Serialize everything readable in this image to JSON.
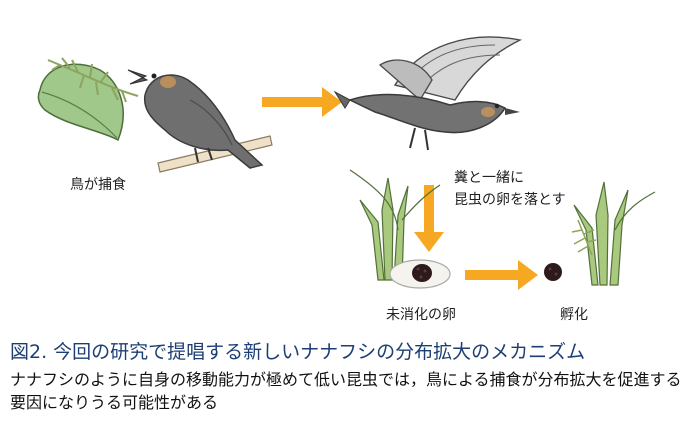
{
  "labels": {
    "predation": "鳥が捕食",
    "drop_line1": "糞と一緒に",
    "drop_line2": "昆虫の卵を落とす",
    "undigested": "未消化の卵",
    "hatch": "孵化"
  },
  "caption": {
    "title": "図2. 今回の研究で提唱する新しいナナフシの分布拡大のメカニズム",
    "body": "ナナフシのように自身の移動能力が極めて低い昆虫では，鳥による捕食が分布拡大を促進する要因になりうる可能性がある"
  },
  "colors": {
    "arrow": "#f7a823",
    "bird": "#6e6e6e",
    "cheek": "#c7945a",
    "leaf": "#8fb878",
    "grass": "#a7c87a",
    "egg_dark": "#2d1a1a",
    "caption_title": "#1d3e74"
  },
  "icons": [
    "leaf-icon",
    "stick-insect-icon",
    "perched-bird-icon",
    "flying-bird-icon",
    "grass-icon",
    "egg-icon",
    "hatchling-icon",
    "arrow-icon"
  ]
}
